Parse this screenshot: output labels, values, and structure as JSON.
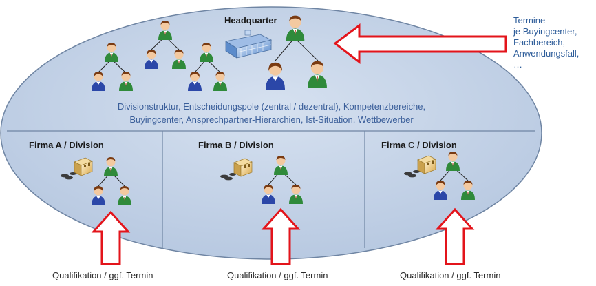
{
  "headquarter": {
    "label": "Headquarter"
  },
  "structure_description": {
    "line1": "Divisionstruktur, Entscheidungspole (zentral / dezentral), Kompetenzbereiche,",
    "line2": "Buyingcenter, Ansprechpartner-Hierarchien, Ist-Situation, Wettbewerber"
  },
  "divisions": [
    {
      "label": "Firma A / Division",
      "qualification": "Qualifikation / ggf. Termin"
    },
    {
      "label": "Firma B / Division",
      "qualification": "Qualifikation / ggf. Termin"
    },
    {
      "label": "Firma C / Division",
      "qualification": "Qualifikation / ggf. Termin"
    }
  ],
  "side_note": {
    "lines": [
      "Termine",
      "je Buyingcenter,",
      "Fachbereich,",
      "Anwendungsfall,",
      "…"
    ]
  },
  "colors": {
    "ellipse_fill": "#c6d4e8",
    "ellipse_stroke": "#6f85a3",
    "arrow_stroke": "#e3141b",
    "text_blue": "#3b5f9a",
    "person_green": "#2f8a3a",
    "person_blue": "#2b47a8",
    "person_skin": "#f3c9a0",
    "person_hair": "#7a3b12"
  },
  "icons": [
    "person-icon",
    "building-icon",
    "org-tree-icon",
    "arrow-up-icon",
    "arrow-left-icon"
  ]
}
